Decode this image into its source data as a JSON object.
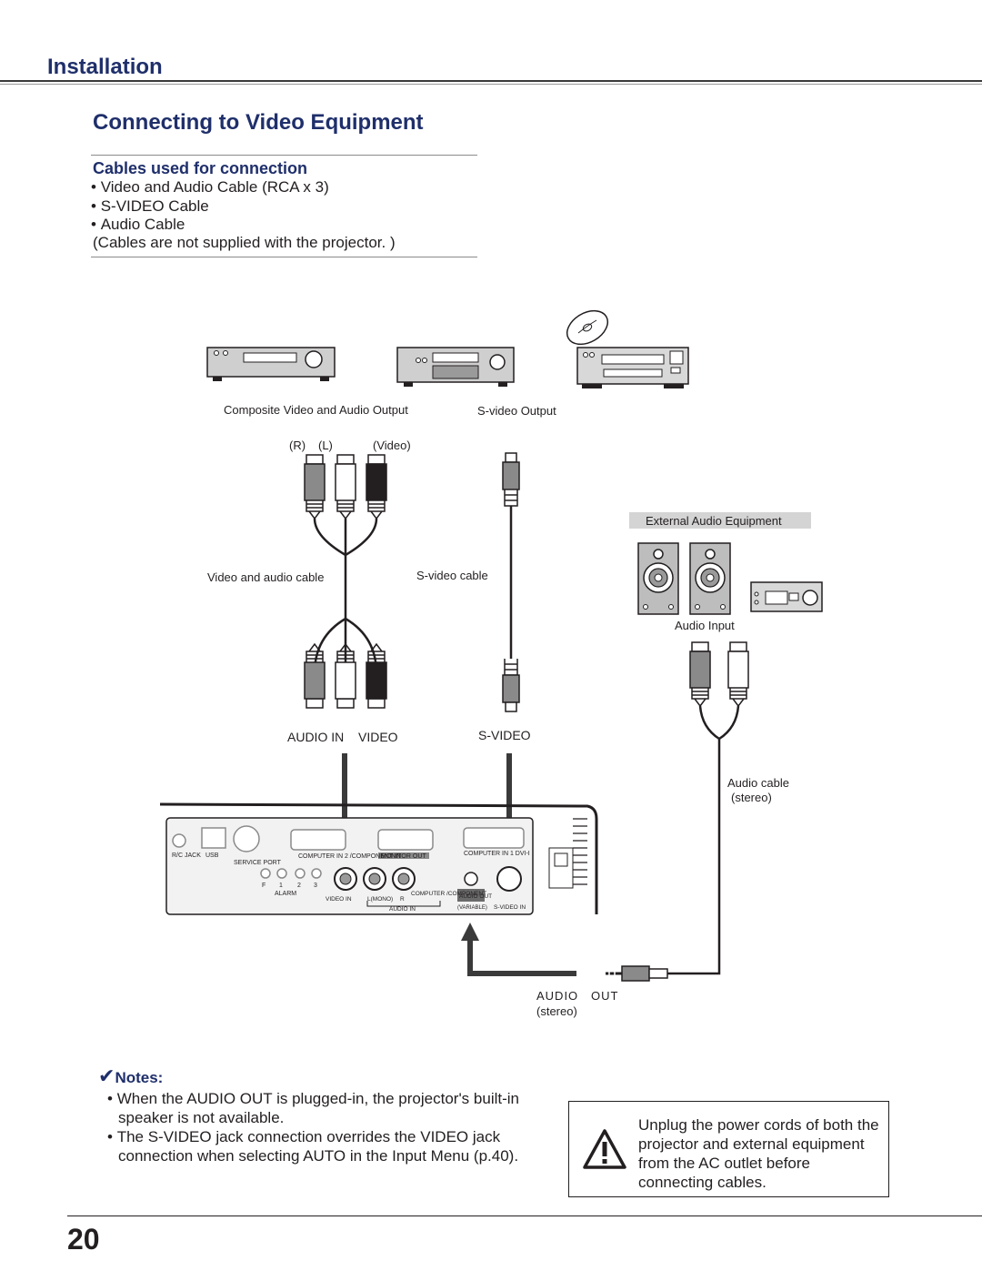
{
  "header": {
    "section": "Installation",
    "title": "Connecting to Video Equipment"
  },
  "cables": {
    "title": "Cables used for connection",
    "items": [
      "Video and Audio Cable (RCA x 3)",
      "S-VIDEO Cable",
      "Audio Cable"
    ],
    "note": "(Cables are not supplied with the projector. )"
  },
  "diagram": {
    "composite_output": "Composite Video and Audio Output",
    "svideo_output": "S-video Output",
    "plug_r": "(R)",
    "plug_l": "(L)",
    "plug_video": "(Video)",
    "video_audio_cable": "Video and audio cable",
    "svideo_cable": "S-video cable",
    "external_audio": "External Audio Equipment",
    "audio_input": "Audio Input",
    "audio_in": "AUDIO IN",
    "video": "VIDEO",
    "svideo": "S-VIDEO",
    "audio_cable": "Audio cable",
    "audio_cable_stereo": "(stereo)",
    "audio_out": "AUDIO   OUT",
    "audio_out_stereo": "(stereo)",
    "panel": {
      "rc_jack": "R/C JACK",
      "usb": "USB",
      "service_port": "SERVICE PORT",
      "computer_in_2": "COMPUTER IN 2 /COMPONENT IN",
      "monitor_out": "MONITOR OUT",
      "computer_in_1": "COMPUTER IN 1 DVI-I",
      "video_in": "VIDEO IN",
      "l_mono": "L(MONO)",
      "r_label": "R",
      "audio_in": "AUDIO IN",
      "computer_component": "COMPUTER /COMPONENT",
      "audio_out": "AUDIO OUT",
      "variable": "(VARIABLE)",
      "svideo_in": "S-VIDEO IN",
      "alarm": "ALARM",
      "f123": [
        "F",
        "1",
        "2",
        "3"
      ]
    }
  },
  "notes": {
    "title": "Notes:",
    "items": [
      "When the AUDIO OUT is plugged-in, the projector's built-in speaker is not available.",
      "The S-VIDEO jack connection overrides the VIDEO jack connection when selecting AUTO in the Input Menu (p.40)."
    ]
  },
  "warning": {
    "text": "Unplug the power cords of both the projector and external equipment from the AC outlet before connecting cables."
  },
  "page_number": "20",
  "colors": {
    "heading": "#1f2f6b",
    "text": "#231f20"
  }
}
